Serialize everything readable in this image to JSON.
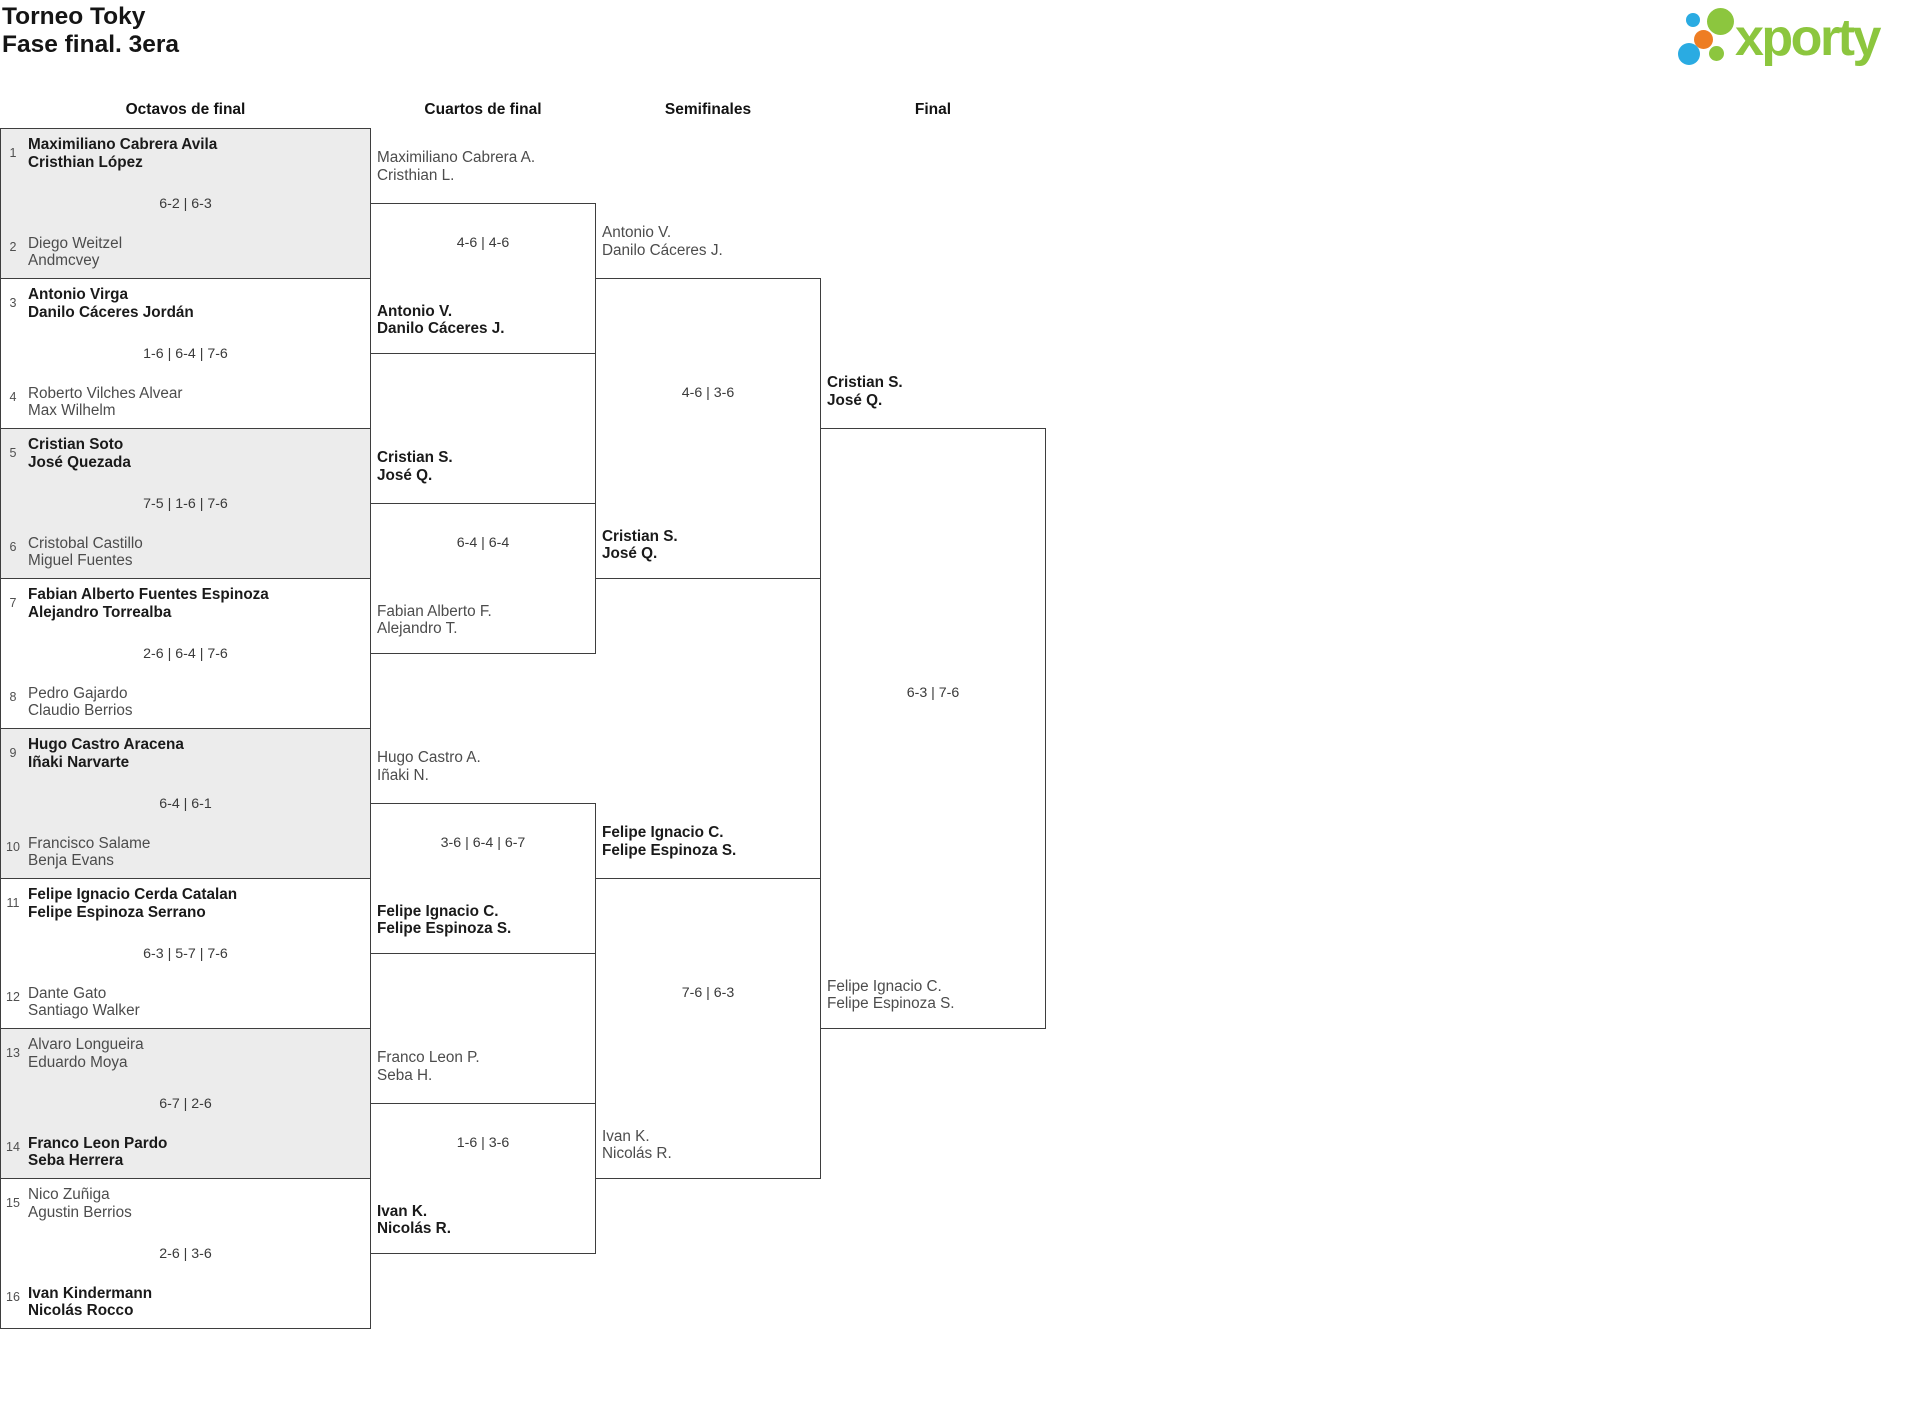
{
  "title": {
    "line1": "Torneo Toky",
    "line2": "Fase final. 3era"
  },
  "logo": {
    "text": "xporty"
  },
  "headers": {
    "octavos": "Octavos de final",
    "cuartos": "Cuartos de final",
    "semifinales": "Semifinales",
    "final": "Final"
  },
  "colors": {
    "brand_green": "#8cc63e",
    "brand_blue": "#2aabe2",
    "brand_orange": "#ee7d23",
    "winner_text": "#1a1a1a",
    "loser_text": "#4c4c4c",
    "alt_row_bg": "#ececec",
    "border": "#3e3e3e"
  },
  "octavos": [
    {
      "seed_top": "1",
      "top1": "Maximiliano Cabrera Avila",
      "top2": "Cristhian López",
      "top_winner": true,
      "score": "6-2 | 6-3",
      "seed_bottom": "2",
      "bottom1": "Diego Weitzel",
      "bottom2": "Andmcvey",
      "bottom_winner": false
    },
    {
      "seed_top": "3",
      "top1": "Antonio Virga",
      "top2": "Danilo Cáceres Jordán",
      "top_winner": true,
      "score": "1-6 | 6-4 | 7-6",
      "seed_bottom": "4",
      "bottom1": "Roberto Vilches Alvear",
      "bottom2": "Max Wilhelm",
      "bottom_winner": false
    },
    {
      "seed_top": "5",
      "top1": "Cristian Soto",
      "top2": "José Quezada",
      "top_winner": true,
      "score": "7-5 | 1-6 | 7-6",
      "seed_bottom": "6",
      "bottom1": "Cristobal Castillo",
      "bottom2": "Miguel Fuentes",
      "bottom_winner": false
    },
    {
      "seed_top": "7",
      "top1": "Fabian Alberto Fuentes Espinoza",
      "top2": "Alejandro Torrealba",
      "top_winner": true,
      "score": "2-6 | 6-4 | 7-6",
      "seed_bottom": "8",
      "bottom1": "Pedro Gajardo",
      "bottom2": "Claudio Berrios",
      "bottom_winner": false
    },
    {
      "seed_top": "9",
      "top1": "Hugo Castro Aracena",
      "top2": "Iñaki Narvarte",
      "top_winner": true,
      "score": "6-4 | 6-1",
      "seed_bottom": "10",
      "bottom1": "Francisco Salame",
      "bottom2": "Benja Evans",
      "bottom_winner": false
    },
    {
      "seed_top": "11",
      "top1": "Felipe Ignacio Cerda Catalan",
      "top2": "Felipe Espinoza Serrano",
      "top_winner": true,
      "score": "6-3 | 5-7 | 7-6",
      "seed_bottom": "12",
      "bottom1": "Dante Gato",
      "bottom2": "Santiago Walker",
      "bottom_winner": false
    },
    {
      "seed_top": "13",
      "top1": "Alvaro Longueira",
      "top2": "Eduardo Moya",
      "top_winner": false,
      "score": "6-7 | 2-6",
      "seed_bottom": "14",
      "bottom1": "Franco Leon Pardo",
      "bottom2": "Seba Herrera",
      "bottom_winner": true
    },
    {
      "seed_top": "15",
      "top1": "Nico Zuñiga",
      "top2": "Agustin Berrios",
      "top_winner": false,
      "score": "2-6 | 3-6",
      "seed_bottom": "16",
      "bottom1": "Ivan Kindermann",
      "bottom2": "Nicolás Rocco",
      "bottom_winner": true
    }
  ],
  "cuartos": [
    {
      "top1": "Maximiliano Cabrera A.",
      "top2": "Cristhian L.",
      "top_winner": false,
      "score": "4-6 | 4-6",
      "bottom1": "Antonio V.",
      "bottom2": "Danilo Cáceres J.",
      "bottom_winner": true
    },
    {
      "top1": "Cristian S.",
      "top2": "José Q.",
      "top_winner": true,
      "score": "6-4 | 6-4",
      "bottom1": "Fabian Alberto F.",
      "bottom2": "Alejandro T.",
      "bottom_winner": false
    },
    {
      "top1": "Hugo Castro A.",
      "top2": "Iñaki N.",
      "top_winner": false,
      "score": "3-6 | 6-4 | 6-7",
      "bottom1": "Felipe Ignacio C.",
      "bottom2": "Felipe Espinoza S.",
      "bottom_winner": true
    },
    {
      "top1": "Franco Leon P.",
      "top2": "Seba H.",
      "top_winner": false,
      "score": "1-6 | 3-6",
      "bottom1": "Ivan K.",
      "bottom2": "Nicolás R.",
      "bottom_winner": true
    }
  ],
  "semifinales": [
    {
      "top1": "Antonio V.",
      "top2": "Danilo Cáceres J.",
      "top_winner": false,
      "score": "4-6 | 3-6",
      "bottom1": "Cristian S.",
      "bottom2": "José Q.",
      "bottom_winner": true
    },
    {
      "top1": "Felipe Ignacio C.",
      "top2": "Felipe Espinoza S.",
      "top_winner": true,
      "score": "7-6 | 6-3",
      "bottom1": "Ivan K.",
      "bottom2": "Nicolás R.",
      "bottom_winner": false
    }
  ],
  "final": [
    {
      "top1": "Cristian S.",
      "top2": "José Q.",
      "top_winner": true,
      "score": "6-3 | 7-6",
      "bottom1": "Felipe Ignacio C.",
      "bottom2": "Felipe Espinoza S.",
      "bottom_winner": false
    }
  ]
}
